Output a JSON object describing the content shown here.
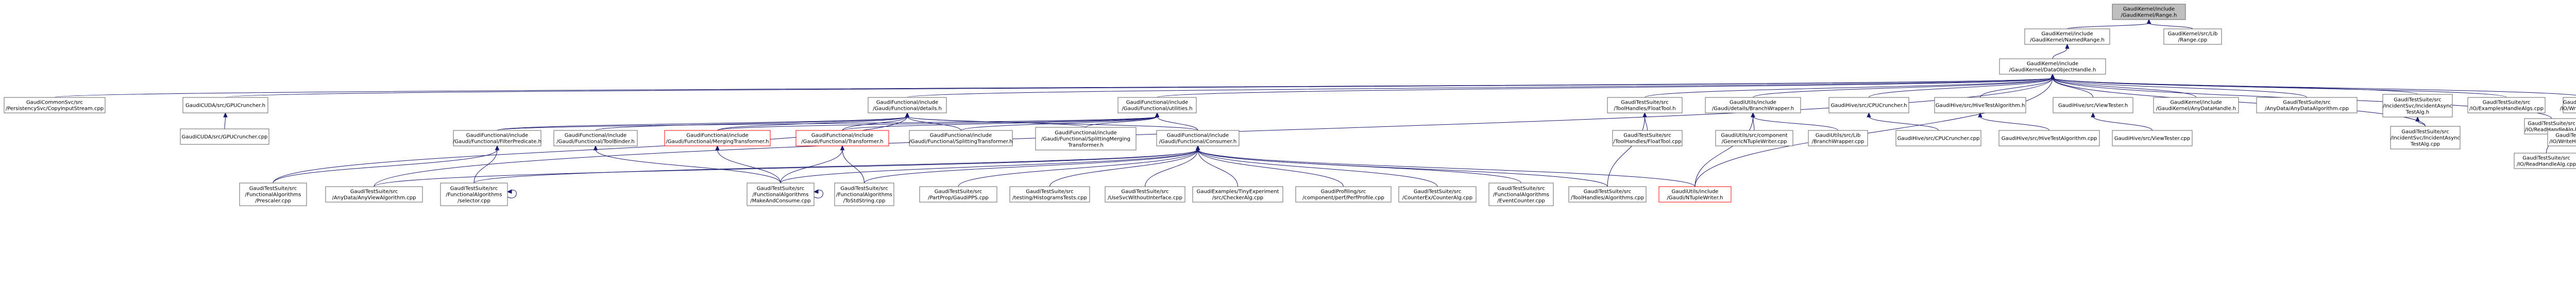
{
  "colors": {
    "edge": "#191970",
    "node_border": "#666666",
    "root_fill": "#bfbfbf",
    "highlight_border": "#ff0000",
    "background": "#ffffff"
  },
  "nodes": [
    {
      "id": "root",
      "lines": [
        "GaudiKernel/include",
        "/GaudiKernel/Range.h"
      ]
    },
    {
      "id": "namedrange",
      "lines": [
        "GaudiKernel/include",
        "/GaudiKernel/NamedRange.h"
      ]
    },
    {
      "id": "librange",
      "lines": [
        "GaudiKernel/src/Lib",
        "/Range.cpp"
      ]
    },
    {
      "id": "dataobjhandle",
      "lines": [
        "GaudiKernel/include",
        "/GaudiKernel/DataObjectHandle.h"
      ]
    },
    {
      "id": "copyinput",
      "lines": [
        "GaudiCommonSvc/src",
        "/PersistencySvc/CopyInputStream.cpp"
      ]
    },
    {
      "id": "gpucruncher_h",
      "lines": [
        "GaudiCUDA/src/GPUCruncher.h"
      ]
    },
    {
      "id": "gpucruncher_cpp",
      "lines": [
        "GaudiCUDA/src/GPUCruncher.cpp"
      ]
    },
    {
      "id": "details",
      "lines": [
        "GaudiFunctional/include",
        "/Gaudi/Functional/details.h"
      ]
    },
    {
      "id": "utilities",
      "lines": [
        "GaudiFunctional/include",
        "/Gaudi/Functional/utilities.h"
      ]
    },
    {
      "id": "floattool_h",
      "lines": [
        "GaudiTestSuite/src",
        "/ToolHandles/FloatTool.h"
      ]
    },
    {
      "id": "branchwrapper_h",
      "lines": [
        "GaudiUtils/include",
        "/Gaudi/details/BranchWrapper.h"
      ]
    },
    {
      "id": "cpucruncher_h",
      "lines": [
        "GaudiHive/src/CPUCruncher.h"
      ]
    },
    {
      "id": "hivetestalg_h",
      "lines": [
        "GaudiHive/src/HiveTestAlgorithm.h"
      ]
    },
    {
      "id": "viewtester_h",
      "lines": [
        "GaudiHive/src/ViewTester.h"
      ]
    },
    {
      "id": "anydatahandle",
      "lines": [
        "GaudiKernel/include",
        "/GaudiKernel/AnyDataHandle.h"
      ]
    },
    {
      "id": "anydataalg",
      "lines": [
        "GaudiTestSuite/src",
        "/AnyData/AnyDataAlgorithm.cpp"
      ]
    },
    {
      "id": "incidentasync_h",
      "lines": [
        "GaudiTestSuite/src",
        "/IncidentSvc/IncidentAsync",
        "TestAlg.h"
      ]
    },
    {
      "id": "ioexamples",
      "lines": [
        "GaudiTestSuite/src",
        "/IO/ExamplesHandleAlgs.cpp"
      ]
    },
    {
      "id": "readhandle_h",
      "lines": [
        "GaudiTestSuite/src",
        "/IO/ReadHandleAlg.h"
      ]
    },
    {
      "id": "writehandle_h",
      "lines": [
        "GaudiTestSuite/src",
        "/IO/WriteHandleAlg.h"
      ]
    },
    {
      "id": "filterpredicate",
      "lines": [
        "GaudiFunctional/include",
        "/Gaudi/Functional/FilterPredicate.h"
      ]
    },
    {
      "id": "toolbinder",
      "lines": [
        "GaudiFunctional/include",
        "/Gaudi/Functional/ToolBinder.h"
      ]
    },
    {
      "id": "mergingtransformer",
      "lines": [
        "GaudiFunctional/include",
        "/Gaudi/Functional/MergingTransformer.h"
      ]
    },
    {
      "id": "transformer",
      "lines": [
        "GaudiFunctional/include",
        "/Gaudi/Functional/Transformer.h"
      ]
    },
    {
      "id": "splittingtransformer",
      "lines": [
        "GaudiFunctional/include",
        "/Gaudi/Functional/SplittingTransformer.h"
      ]
    },
    {
      "id": "splittingmerging",
      "lines": [
        "GaudiFunctional/include",
        "/Gaudi/Functional/SplittingMerging",
        "Transformer.h"
      ]
    },
    {
      "id": "consumer",
      "lines": [
        "GaudiFunctional/include",
        "/Gaudi/Functional/Consumer.h"
      ]
    },
    {
      "id": "floattool_cpp",
      "lines": [
        "GaudiTestSuite/src",
        "/ToolHandles/FloatTool.cpp"
      ]
    },
    {
      "id": "generictuplewriter",
      "lines": [
        "GaudiUtils/src/component",
        "/GenericNTupleWriter.cpp"
      ]
    },
    {
      "id": "branchwrapper_cpp",
      "lines": [
        "GaudiUtils/src/Lib",
        "/BranchWrapper.cpp"
      ]
    },
    {
      "id": "cpucruncher_cpp",
      "lines": [
        "GaudiHive/src/CPUCruncher.cpp"
      ]
    },
    {
      "id": "hivetestalg_cpp",
      "lines": [
        "GaudiHive/src/HiveTestAlgorithm.cpp"
      ]
    },
    {
      "id": "viewtester_cpp",
      "lines": [
        "GaudiHive/src/ViewTester.cpp"
      ]
    },
    {
      "id": "incidentasync_cpp",
      "lines": [
        "GaudiTestSuite/src",
        "/IncidentSvc/IncidentAsync",
        "TestAlg.cpp"
      ]
    },
    {
      "id": "readhandle_cpp",
      "lines": [
        "GaudiTestSuite/src",
        "/IO/ReadHandleAlg.cpp"
      ]
    },
    {
      "id": "writehandle_cpp",
      "lines": [
        "GaudiTestSuite/src",
        "/IO/WriteHandleAlg.cpp"
      ]
    },
    {
      "id": "prescaler",
      "lines": [
        "GaudiTestSuite/src",
        "/FunctionalAlgorithms",
        "/Prescaler.cpp"
      ]
    },
    {
      "id": "anyviewalg",
      "lines": [
        "GaudiTestSuite/src",
        "/AnyData/AnyViewAlgorithm.cpp"
      ]
    },
    {
      "id": "selector",
      "lines": [
        "GaudiTestSuite/src",
        "/FunctionalAlgorithms",
        "/selector.cpp"
      ]
    },
    {
      "id": "makeandconsume",
      "lines": [
        "GaudiTestSuite/src",
        "/FunctionalAlgorithms",
        "/MakeAndConsume.cpp"
      ]
    },
    {
      "id": "tostringversion",
      "lines": [
        "GaudiTestSuite/src",
        "/FunctionalAlgorithms",
        "/ToStdString.cpp"
      ]
    },
    {
      "id": "partpropsvc",
      "lines": [
        "GaudiTestSuite/src",
        "/PartProp/GaudiPPS.cpp"
      ]
    },
    {
      "id": "histotests",
      "lines": [
        "GaudiTestSuite/src",
        "/testing/HistogramsTests.cpp"
      ]
    },
    {
      "id": "usesvcwithoutiface",
      "lines": [
        "GaudiTestSuite/src",
        "/UseSvcWithoutInterface.cpp"
      ]
    },
    {
      "id": "tinyexperiment",
      "lines": [
        "GaudiExamples/TinyExperiment",
        "/src/CheckerAlg.cpp"
      ]
    },
    {
      "id": "perfprofile",
      "lines": [
        "GaudiProfiling/src",
        "/component/perf/PerfProfile.cpp"
      ]
    },
    {
      "id": "counterex",
      "lines": [
        "GaudiTestSuite/src",
        "/CounterEx/CounterAlg.cpp"
      ]
    },
    {
      "id": "eventcounter",
      "lines": [
        "GaudiTestSuite/src",
        "/FunctionalAlgorithms",
        "/EventCounter.cpp"
      ]
    },
    {
      "id": "toolhandlesalgs",
      "lines": [
        "GaudiTestSuite/src",
        "/ToolHandles/Algorithms.cpp"
      ]
    },
    {
      "id": "ntuplewriter",
      "lines": [
        "GaudiUtils/include",
        "/Gaudi/NTupleWriter.h"
      ]
    }
  ]
}
